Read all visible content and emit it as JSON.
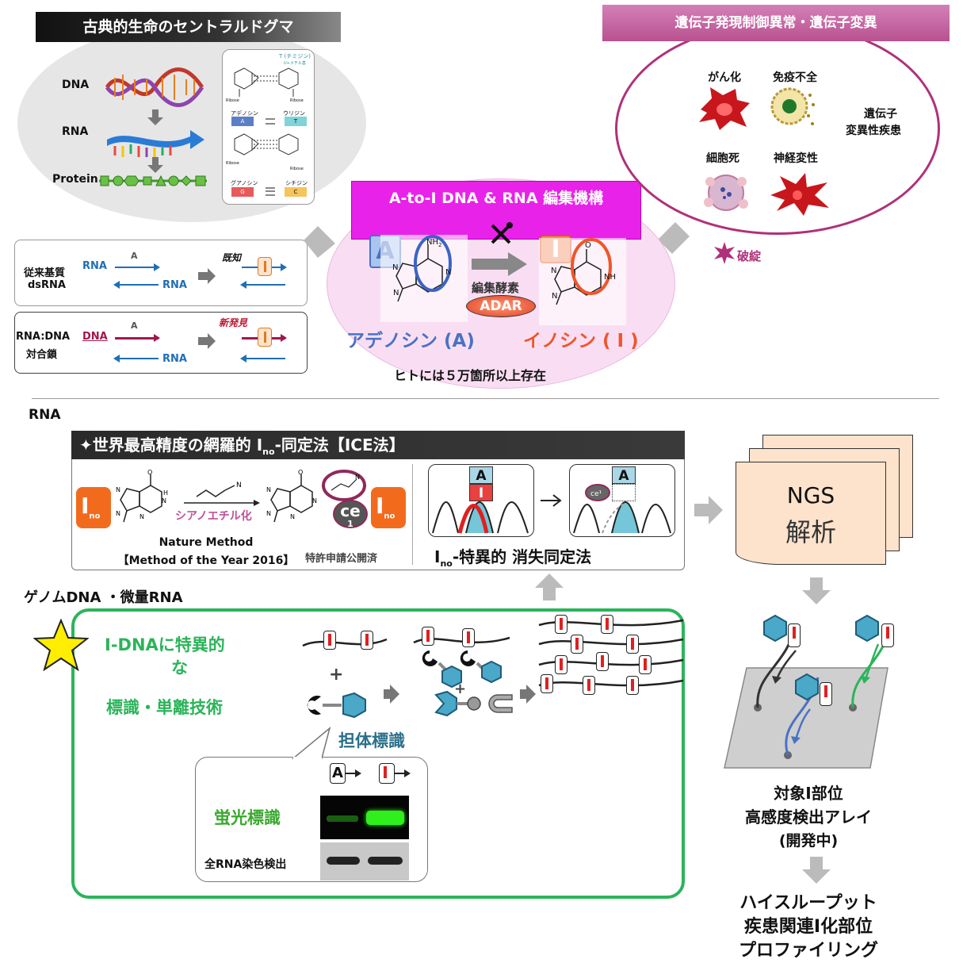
{
  "top_left": {
    "title": "古典的生命のセントラルドグマ",
    "dna": "DNA",
    "rna": "RNA",
    "protein": "Protein",
    "pair_t_label": "T (チミジン)",
    "pair_t_sub": "U+メチル基",
    "ribose": "Ribose",
    "adenosine": "アデノシン",
    "uridine": "ウリジン",
    "a": "A",
    "t": "T",
    "guanosine": "グアノシン",
    "cytidine": "シチジン",
    "g": "G",
    "c": "C"
  },
  "substrates": {
    "row1_label1": "従来基質",
    "row1_label2": "dsRNA",
    "rna": "RNA",
    "a": "A",
    "known": "既知",
    "row2_label1": "RNA:DNA",
    "row2_label2": "対合鎖",
    "dna": "DNA",
    "new_found": "新発見"
  },
  "editing": {
    "title": "A-to-I DNA & RNA 編集機構",
    "a_badge": "A",
    "i_badge": "I",
    "enzyme": "編集酵素",
    "adar": "ADAR",
    "adenosine": "アデノシン (A)",
    "inosine": "イノシン ( I )",
    "count": "ヒトには５万箇所以上存在",
    "nh2": "NH",
    "nh2_sub": "2",
    "n": "N",
    "o": "O",
    "nh": "NH"
  },
  "disease": {
    "title": "遺伝子発現制御異常・遺伝子変異",
    "cancer": "がん化",
    "immune": "免疫不全",
    "genetic1": "遺伝子",
    "genetic2": "変異性疾患",
    "cell_death": "細胞死",
    "neuro": "神経変性",
    "breakdown": "破綻"
  },
  "section_rna": "RNA",
  "ice": {
    "title_pre": "✦世界最高精度の網羅的 I",
    "title_sub": "no",
    "title_post": "-同定法【ICE法】",
    "i_label": "I",
    "i_sub": "no",
    "cyanoethyl": "シアノエチル化",
    "nature1": "Nature Method",
    "nature2": "【Method of the Year 2016】",
    "patent": "特許申請公開済",
    "ce": "ce",
    "ce_sub": "1",
    "a": "A",
    "i": "I",
    "method_pre": "I",
    "method_sub": "no",
    "method_post": "-特異的 消失同定法"
  },
  "ngs": {
    "line1": "NGS",
    "line2": "解析"
  },
  "genome": {
    "title": "ゲノムDNA ・微量RNA",
    "feature1": "I-DNAに特異的",
    "feature1b": "な",
    "feature2": "標識・単離技術",
    "carrier": "担体標識",
    "plus": "+",
    "fluor": "蛍光標識",
    "all_rna": "全RNA染色検出",
    "lane_a": "A",
    "lane_i": "I"
  },
  "array": {
    "line1": "対象I部位",
    "line2": "高感度検出アレイ",
    "line3": "(開発中)",
    "ht1": "ハイスループット",
    "ht2": "疾患関連I化部位",
    "ht3": "プロファイリング"
  },
  "colors": {
    "gray_arrow": "#b8b8b8",
    "rna_blue": "#1f6fb5",
    "dna_red": "#a0174f",
    "magenta": "#e020e0",
    "pink_bg": "#f7d9f3",
    "disease_border": "#b0307a",
    "adenosine_blue": "#4a72c4",
    "inosine_orange": "#f0552a",
    "green": "#2bb45a",
    "teal": "#2a8fa8",
    "ino_orange": "#f26b1d"
  }
}
